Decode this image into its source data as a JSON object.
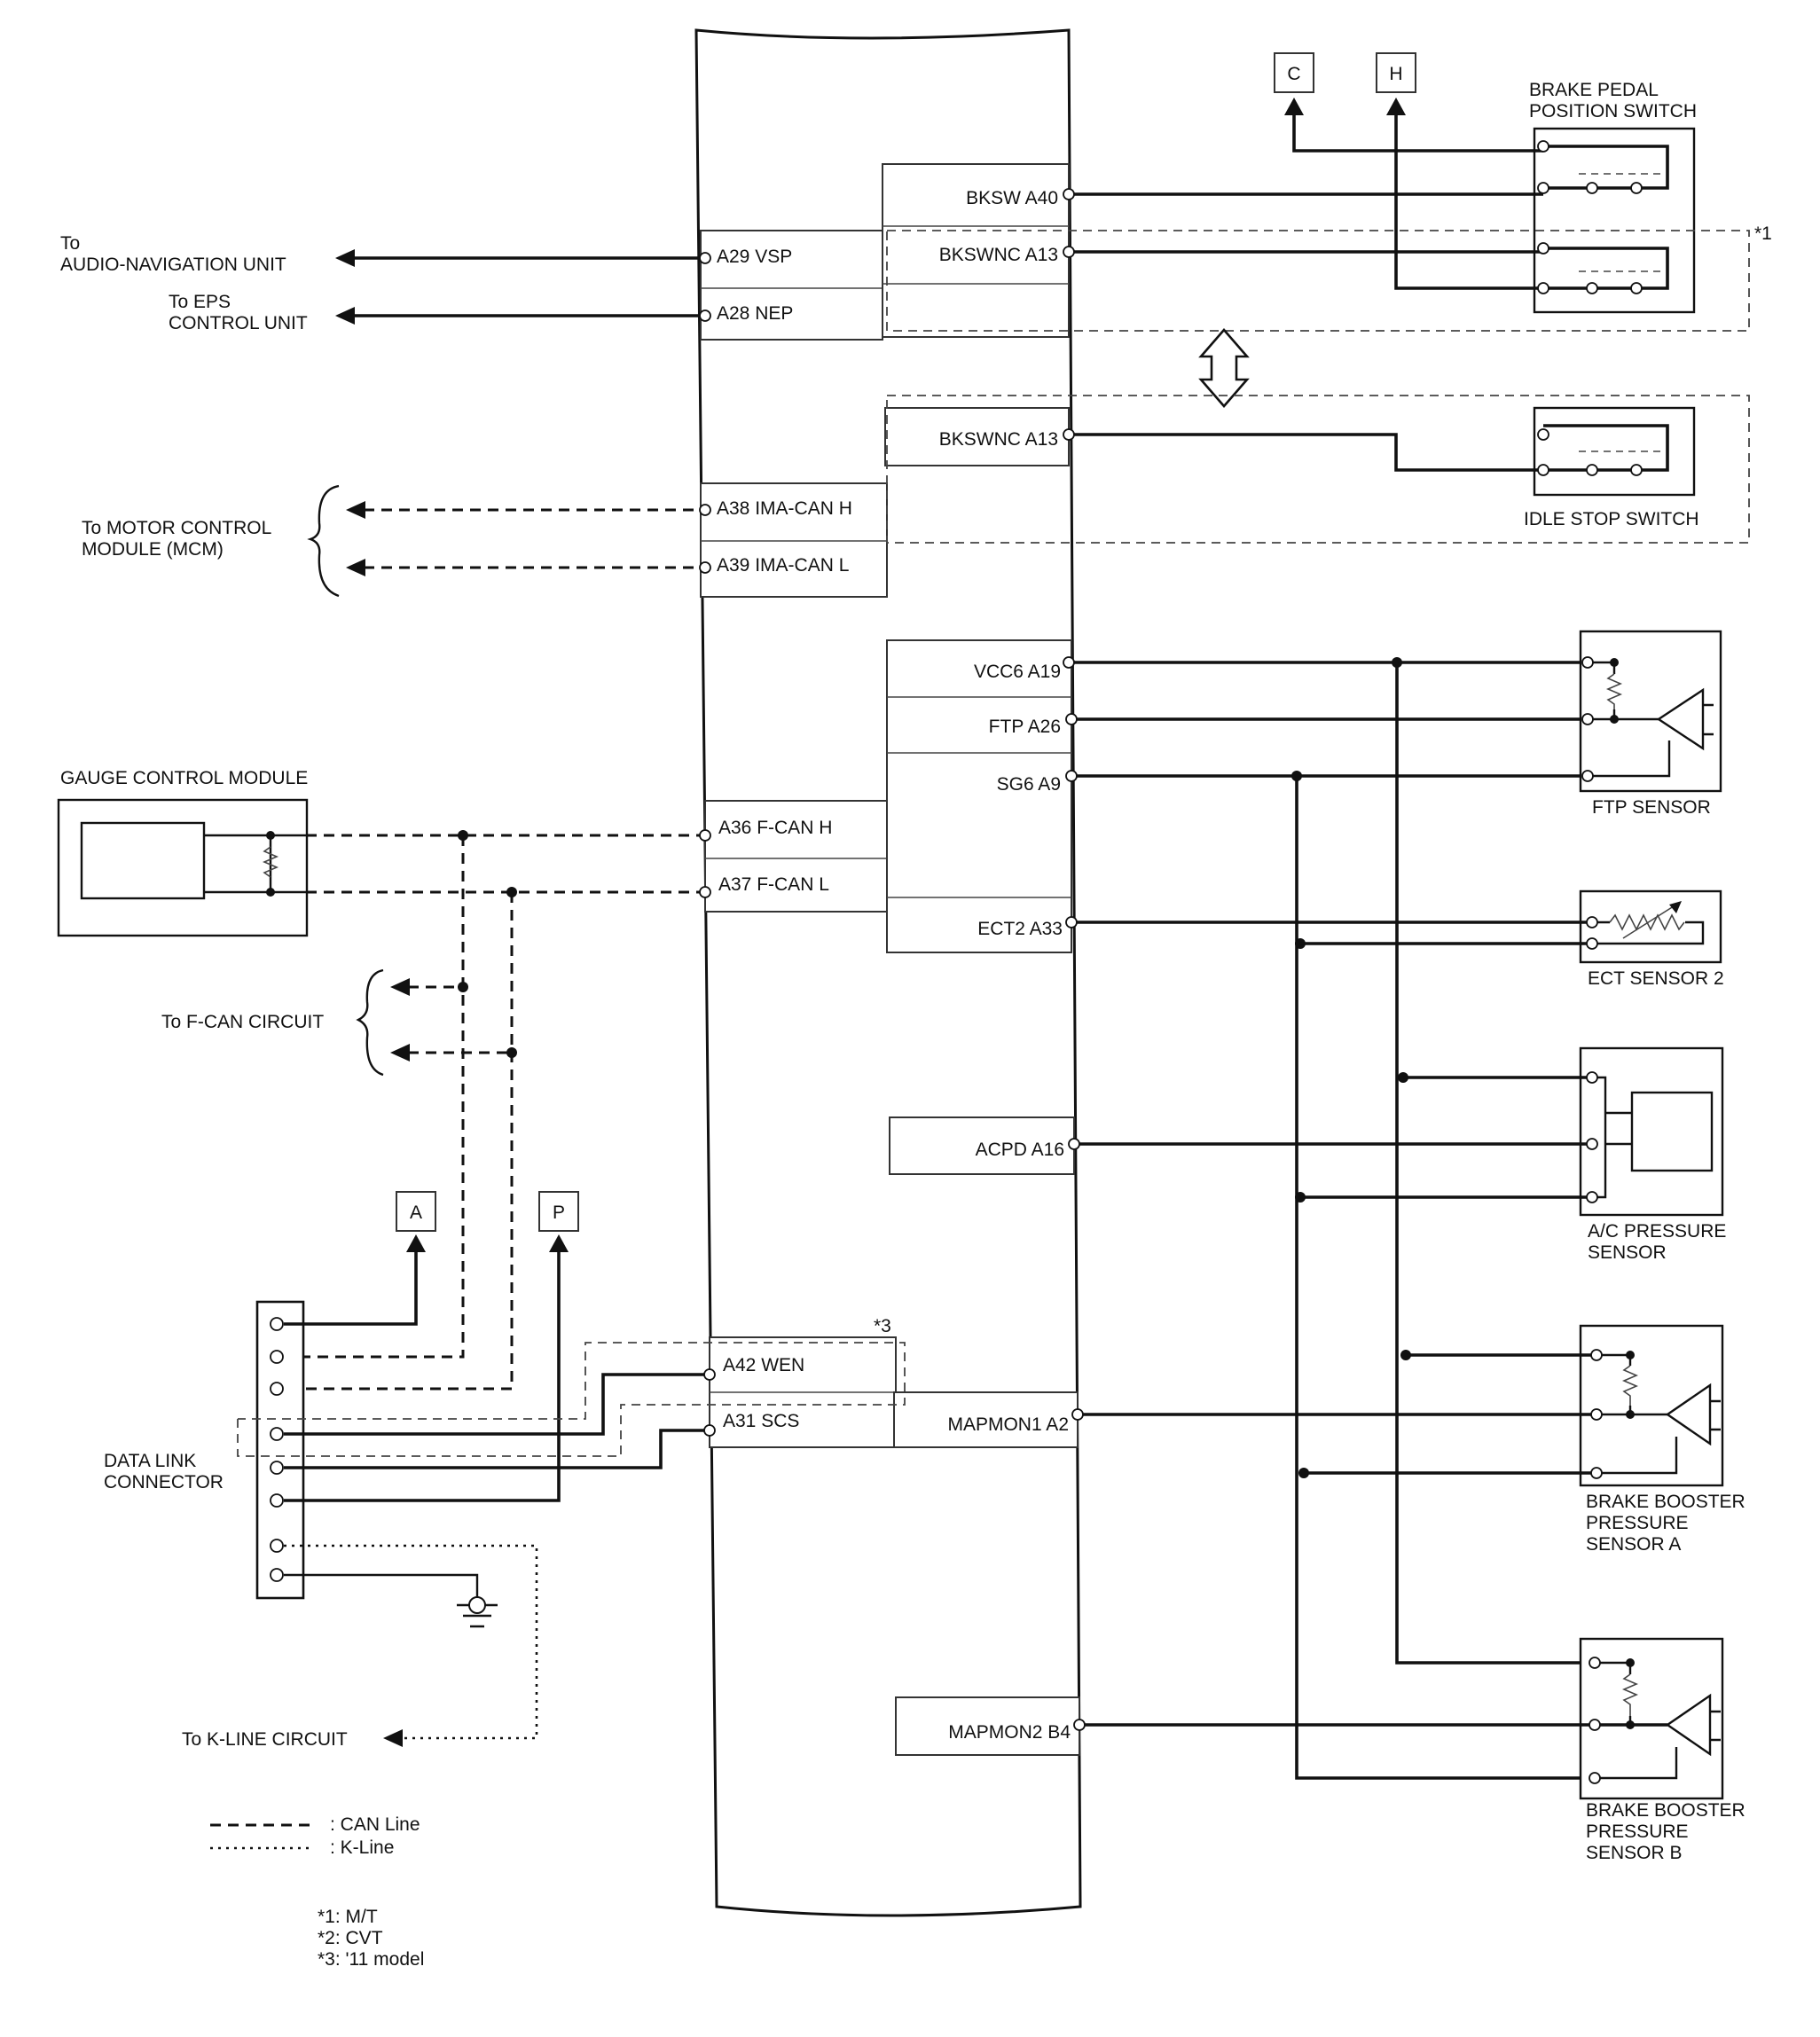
{
  "left_labels": {
    "audio_nav_1": "To",
    "audio_nav_2": "AUDIO-NAVIGATION UNIT",
    "eps_1": "To EPS",
    "eps_2": "CONTROL UNIT",
    "mcm_1": "To MOTOR CONTROL",
    "mcm_2": "MODULE (MCM)",
    "gauge": "GAUGE CONTROL MODULE",
    "fcan_circuit": "To F-CAN CIRCUIT",
    "dlc_1": "DATA LINK",
    "dlc_2": "CONNECTOR",
    "kline_circuit": "To K-LINE CIRCUIT"
  },
  "connector_refs": {
    "a": "A",
    "p": "P",
    "c": "C",
    "h": "H"
  },
  "left_pins": {
    "a29": "A29 VSP",
    "a28": "A28 NEP",
    "a38": "A38 IMA-CAN H",
    "a39": "A39 IMA-CAN L",
    "a36": "A36 F-CAN H",
    "a37": "A37 F-CAN L",
    "a42": "A42 WEN",
    "a31": "A31 SCS"
  },
  "right_pins": {
    "bksw": "BKSW A40",
    "bkswnc1": "BKSWNC A13",
    "bkswnc2": "BKSWNC A13",
    "vcc6": "VCC6 A19",
    "ftp": "FTP A26",
    "sg6": "SG6 A9",
    "ect2": "ECT2 A33",
    "acpd": "ACPD A16",
    "mapmon1": "MAPMON1 A2",
    "mapmon2": "MAPMON2 B4"
  },
  "components": {
    "brake_pedal_1": "BRAKE PEDAL",
    "brake_pedal_2": "POSITION SWITCH",
    "idle_stop": "IDLE STOP SWITCH",
    "ftp_sensor": "FTP SENSOR",
    "ect_sensor2": "ECT SENSOR 2",
    "ac_1": "A/C PRESSURE",
    "ac_2": "SENSOR",
    "bbps_a_1": "BRAKE BOOSTER",
    "bbps_a_2": "PRESSURE",
    "bbps_a_3": "SENSOR A",
    "bbps_b_1": "BRAKE BOOSTER",
    "bbps_b_2": "PRESSURE",
    "bbps_b_3": "SENSOR B"
  },
  "notes": {
    "star1_mark": "*1",
    "star3_mark": "*3"
  },
  "legend": {
    "can": ": CAN Line",
    "kline": ": K-Line"
  },
  "footnotes": {
    "f1": "*1: M/T",
    "f2": "*2: CVT",
    "f3": "*3: '11 model"
  }
}
